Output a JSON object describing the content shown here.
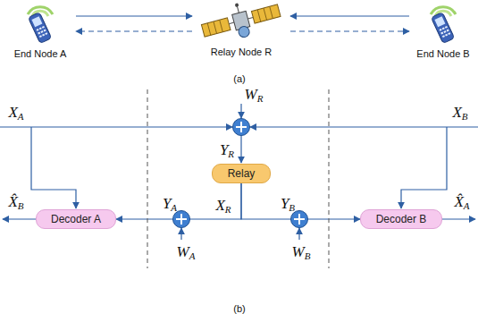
{
  "diagram": {
    "nodes": [
      {
        "text": [
          "End Node A"
        ]
      },
      {
        "text": [
          "Relay Node R"
        ]
      },
      {
        "text": [
          "End Node B"
        ]
      },
      {
        "text": [
          "Relay"
        ]
      },
      {
        "text": [
          "Decoder A"
        ]
      },
      {
        "text": [
          "Decoder B"
        ]
      }
    ],
    "edges": [
      {
        "from": 0,
        "to": 1,
        "arrow": "to"
      },
      {
        "from": 1,
        "to": 0,
        "arrow": "to"
      },
      {
        "from": 2,
        "to": 1,
        "arrow": "to"
      },
      {
        "from": 1,
        "to": 2,
        "arrow": "to"
      },
      {
        "from": 3,
        "to": 4,
        "arrow": "to"
      },
      {
        "from": 3,
        "to": 5,
        "arrow": "to"
      }
    ],
    "labels": [
      "(a)",
      "(b)",
      "XA",
      "XB",
      "WR",
      "YR",
      "XR",
      "YA",
      "YB",
      "WA",
      "WB",
      "X̂B",
      "X̂A"
    ]
  }
}
